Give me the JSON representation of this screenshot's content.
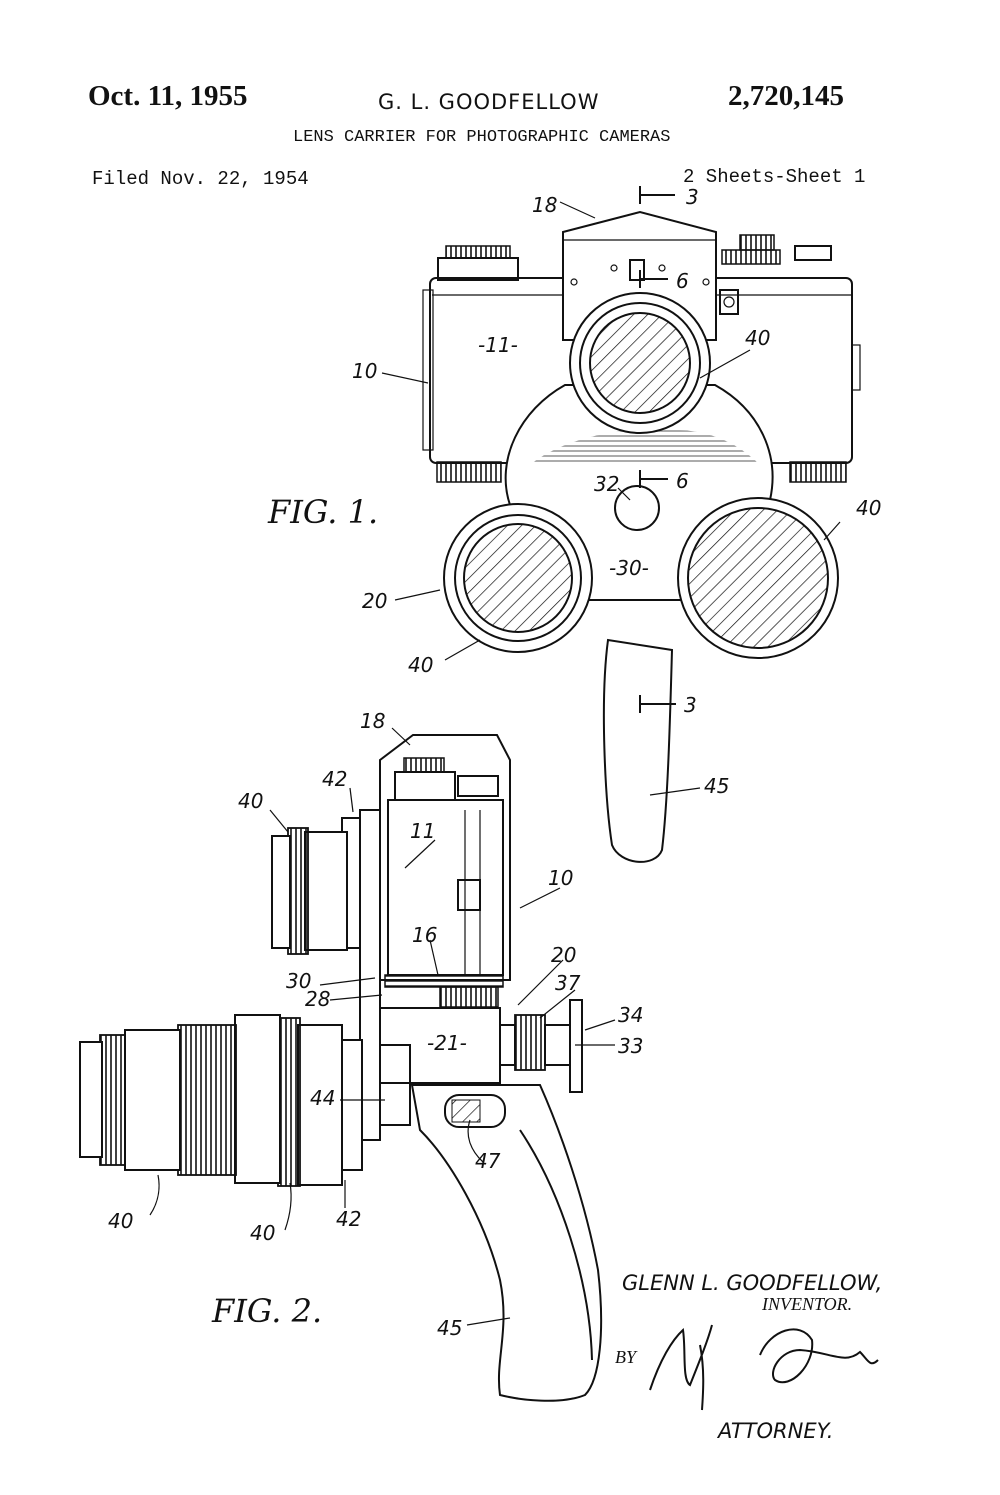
{
  "header": {
    "date": "Oct. 11, 1955",
    "inventor_short": "G. L. GOODFELLOW",
    "patent_number": "2,720,145",
    "title": "LENS CARRIER FOR PHOTOGRAPHIC CAMERAS",
    "filed": "Filed Nov. 22, 1954",
    "sheets": "2 Sheets-Sheet 1"
  },
  "figures": {
    "fig1": {
      "caption": "FIG. 1.",
      "labels": {
        "l18": "18",
        "l3top": "3",
        "l6top": "6",
        "l11": "-11-",
        "l10": "10",
        "l40a": "40",
        "l6mid": "6",
        "l32": "32",
        "l40b": "40",
        "l30": "-30-",
        "l20": "20",
        "l40c": "40",
        "l3bot": "3",
        "l45": "45"
      }
    },
    "fig2": {
      "caption": "FIG. 2.",
      "labels": {
        "l18": "18",
        "l42a": "42",
        "l40a": "40",
        "l11": "11",
        "l10": "10",
        "l16": "16",
        "l30": "30",
        "l28": "28",
        "l20": "20",
        "l37": "37",
        "l34": "34",
        "l21": "-21-",
        "l33": "33",
        "l44": "44",
        "l47": "47",
        "l40b": "40",
        "l40c": "40",
        "l42b": "42",
        "l45": "45"
      }
    }
  },
  "signature_block": {
    "inventor_name": "GLENN L. GOODFELLOW,",
    "inventor_role": "INVENTOR.",
    "by": "BY",
    "attorney_role": "ATTORNEY."
  }
}
